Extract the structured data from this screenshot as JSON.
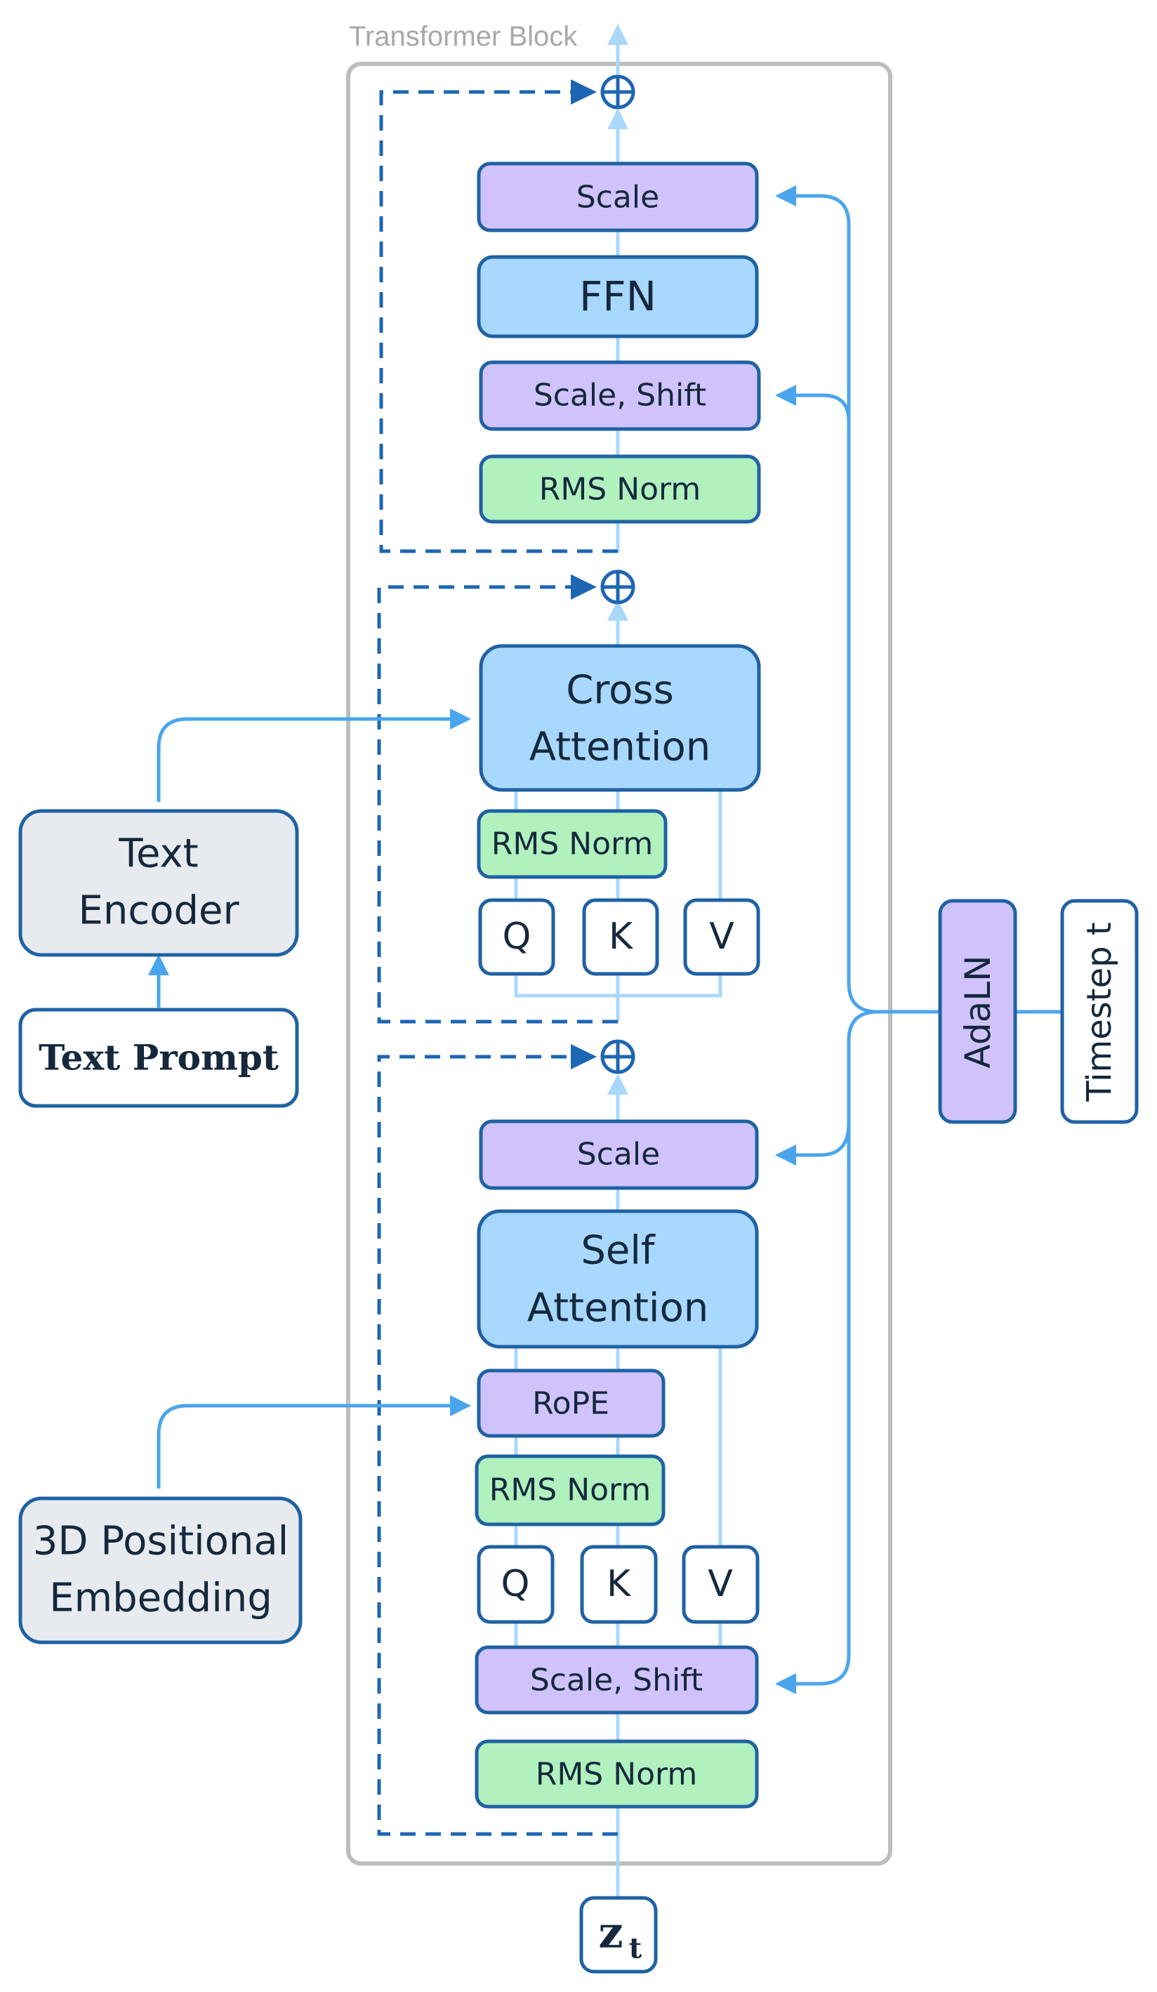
{
  "container_label": "Transformer Block",
  "colors": {
    "blue_box": "#a8d8fd",
    "purple_box": "#d0c3fb",
    "green_box": "#b0f1be",
    "gray_box": "#e7ebef",
    "white_box": "#ffffff",
    "border": "#1f62a3",
    "arrow": "#4aa5ec",
    "arrow_light": "#aad8fb",
    "dashed": "#1d66b3",
    "container": "#bdbdbd"
  },
  "upper": {
    "scale": "Scale",
    "ffn": "FFN",
    "scale_shift": "Scale, Shift",
    "rms_norm": "RMS Norm"
  },
  "cross": {
    "attention_line1": "Cross",
    "attention_line2": "Attention",
    "rms_norm": "RMS Norm",
    "q": "Q",
    "k": "K",
    "v": "V"
  },
  "self": {
    "scale": "Scale",
    "attention_line1": "Self",
    "attention_line2": "Attention",
    "rope": "RoPE",
    "rms_norm": "RMS Norm",
    "q": "Q",
    "k": "K",
    "v": "V",
    "scale_shift": "Scale, Shift",
    "rms_norm_bottom": "RMS Norm"
  },
  "left": {
    "text_encoder_line1": "Text",
    "text_encoder_line2": "Encoder",
    "text_prompt": "Text Prompt",
    "pos_embed_line1": "3D Positional",
    "pos_embed_line2": "Embedding"
  },
  "right": {
    "adaln": "AdaLN",
    "timestep": "Timestep t"
  },
  "input": {
    "symbol": "z",
    "subscript": "t"
  }
}
